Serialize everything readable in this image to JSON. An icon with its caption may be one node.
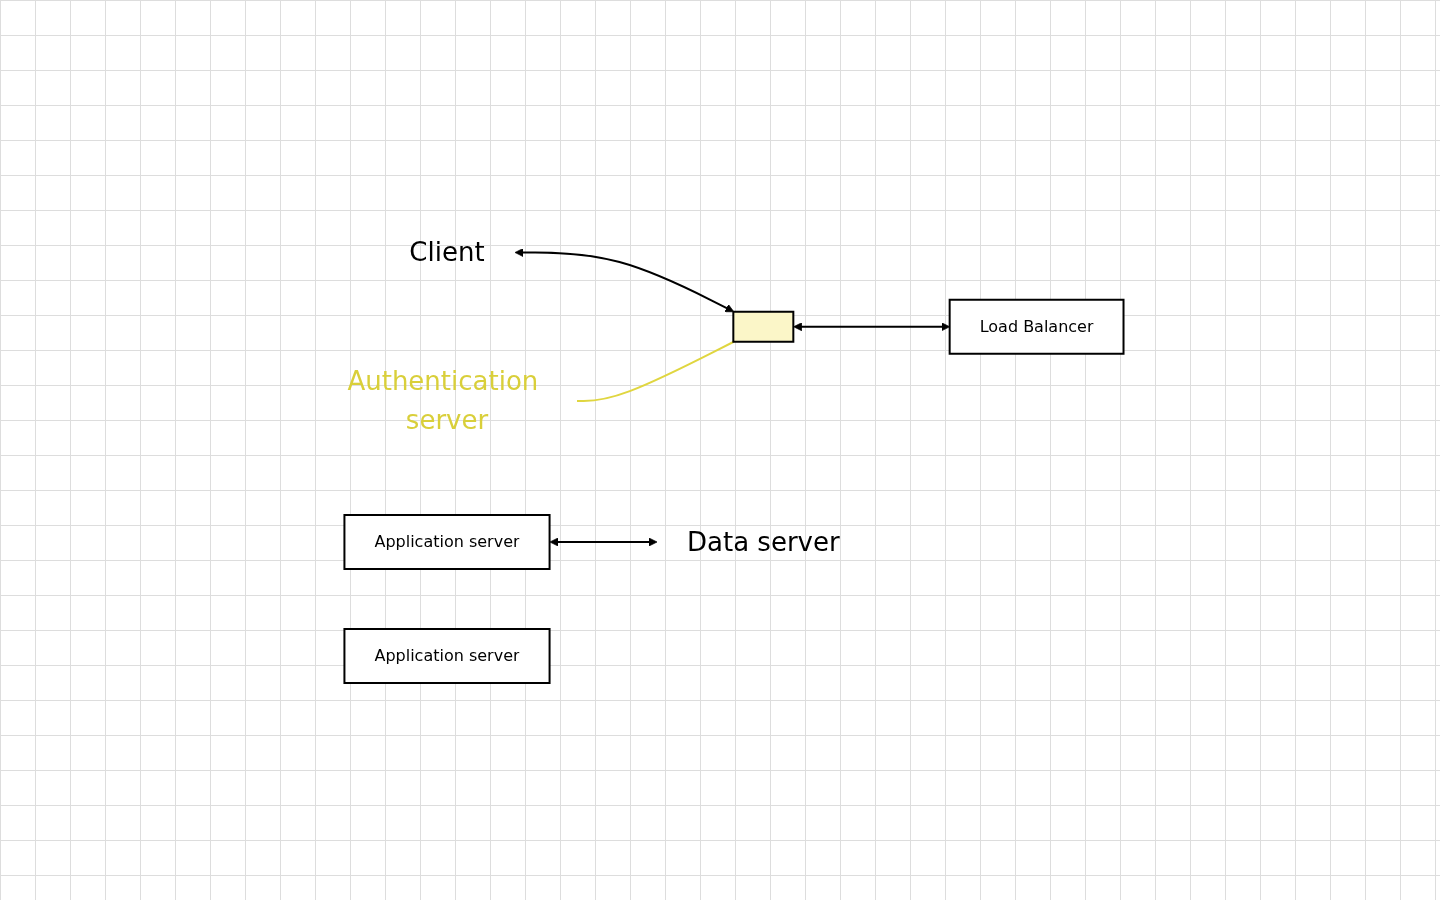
{
  "diagram": {
    "nodes": [
      {
        "text": [
          "Client"
        ]
      },
      {
        "text": [],
        "shape": "box"
      },
      {
        "text": [
          "Authentication server"
        ]
      },
      {
        "text": [
          "Load Balancer"
        ]
      },
      {
        "text": [
          "Application server"
        ]
      },
      {
        "text": [
          "Application server"
        ]
      },
      {
        "text": [
          "Data server"
        ]
      }
    ],
    "edges": [
      {
        "from": 0,
        "to": 1,
        "arrow": "both"
      },
      {
        "from": 1,
        "to": 3,
        "arrow": "both"
      },
      {
        "from": 2,
        "to": 1,
        "arrow": "none",
        "color": "#e0d640"
      },
      {
        "from": 4,
        "to": 6,
        "arrow": "both"
      }
    ]
  }
}
